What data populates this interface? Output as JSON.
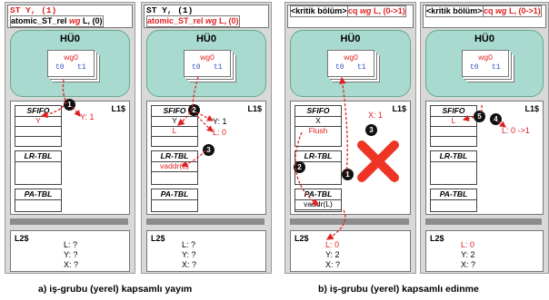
{
  "panel_a1": {
    "line1": "ST Y, (1)",
    "line2_pre": "atomic_ST_rel ",
    "line2_wg": "wg",
    "line2_post": " L, (0)"
  },
  "panel_a2": {
    "line1": "ST Y, (1)",
    "line2_pre": "atomic_ST_rel ",
    "line2_wg": "wg",
    "line2_post": " L, (0)"
  },
  "panel_b1": {
    "line1_pre": "atomic_CAS_acq ",
    "line1_wg": "wg",
    "line1_post": " L, (0->1)",
    "line2": "<kritik bölüm>"
  },
  "panel_b2": {
    "line1_pre": "atomic_CAS_acq ",
    "line1_wg": "wg",
    "line1_post": " L, (0->1)",
    "line2": "<kritik bölüm>"
  },
  "labels": {
    "cu": "HÜ0",
    "wg": "wg0",
    "t0": "t0",
    "t1": "t1",
    "l1": "L1$",
    "sfifo": "SFIFO",
    "lrtbl": "LR-TBL",
    "patbl": "PA-TBL",
    "l2": "L2$"
  },
  "a1": {
    "fifo_y": "Y",
    "note_y": "Y: 1",
    "l2_lines": [
      "L: ?",
      "Y: ?",
      "X: ?"
    ]
  },
  "a2": {
    "fifo_y": "Y",
    "fifo_l": "L",
    "note_y": "Y: 1",
    "note_l": "L: 0",
    "lr_entry": "vaddr(L)",
    "l2_lines": [
      "L: ?",
      "Y: ?",
      "X: ?"
    ]
  },
  "b1": {
    "fifo_x": "X",
    "flush": "Flush",
    "note_x": "X: 1",
    "pa_entry": "vaddr(L)",
    "l2_lines": [
      "L: 0",
      "Y: 2",
      "X: ?"
    ]
  },
  "b2": {
    "fifo_l": "L",
    "note_l": "L: 0 ->1",
    "l2_lines": [
      "L: 0",
      "Y: 2",
      "X: ?"
    ]
  },
  "steps": [
    "1",
    "2",
    "3",
    "1",
    "2",
    "3",
    "4",
    "5"
  ],
  "captions": {
    "a": "a) iş-grubu (yerel) kapsamlı yayım",
    "b": "b) iş-grubu (yerel) kapsamlı edinme"
  },
  "colors": {
    "panel": "#d9d9d9",
    "cu": "#a8dad0",
    "red": "#e02020",
    "blue": "#3050c0"
  }
}
